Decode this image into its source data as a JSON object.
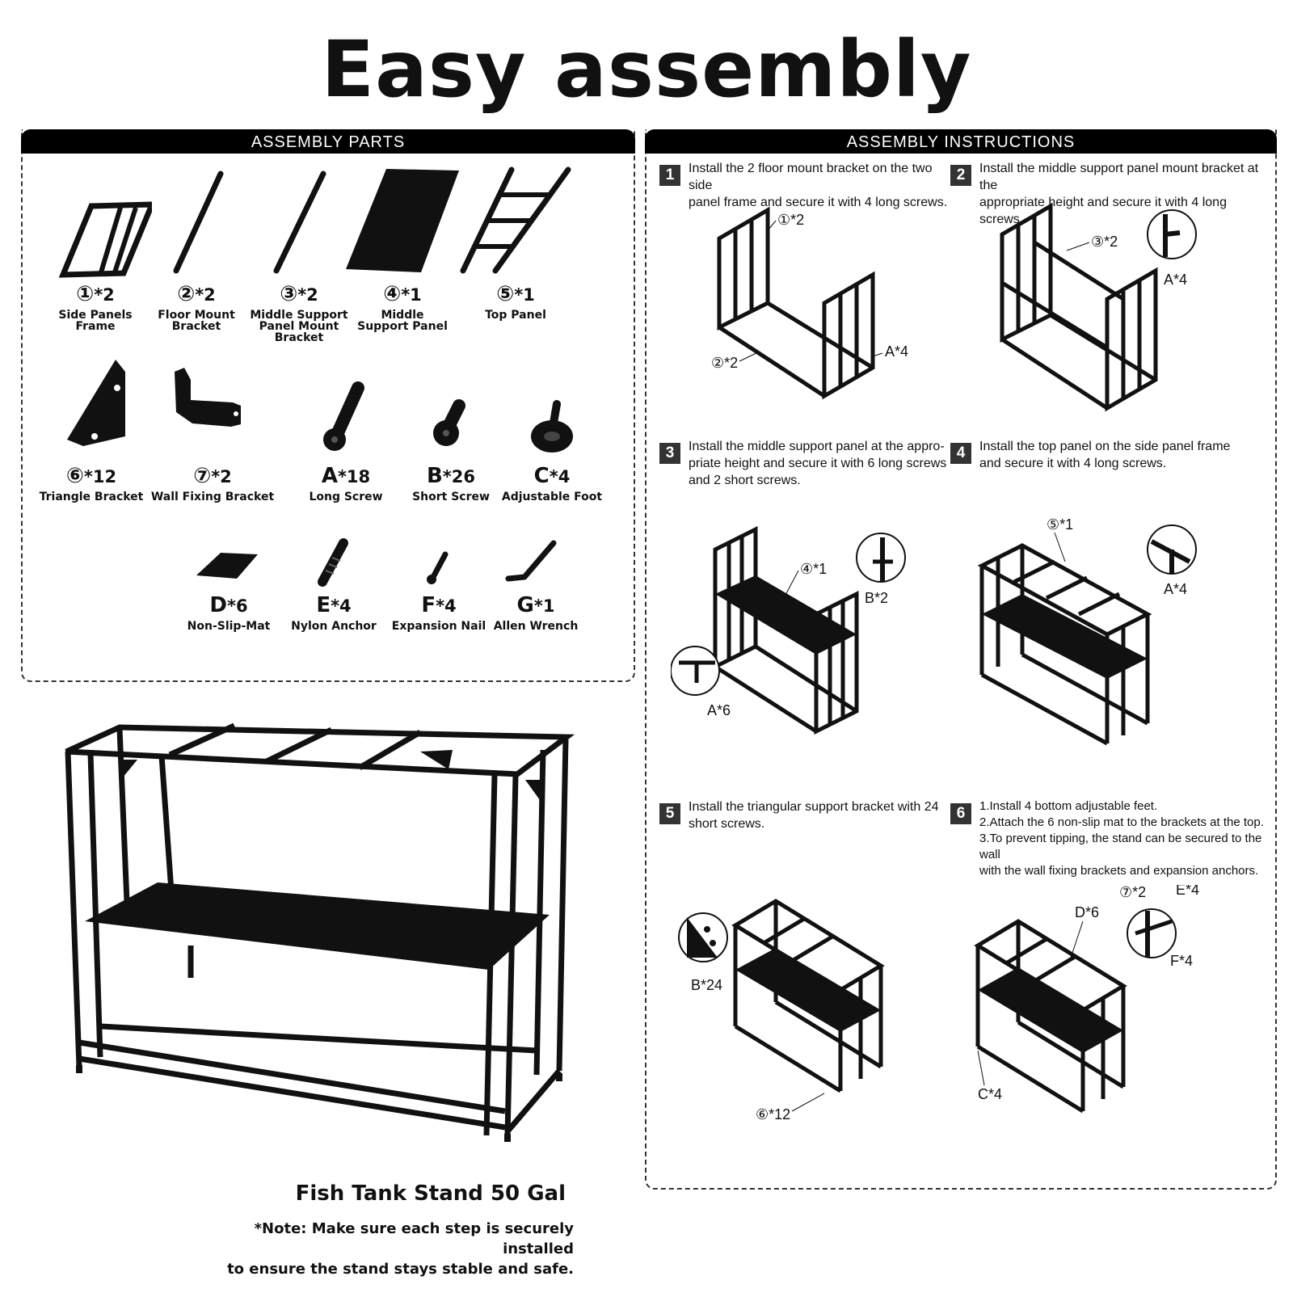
{
  "title": "Easy assembly",
  "parts_panel": {
    "header": "ASSEMBLY PARTS",
    "parts": [
      {
        "code": "①",
        "qty": "*2",
        "name": "Side Panels\nFrame",
        "icon": "side-panel-frame-icon"
      },
      {
        "code": "②",
        "qty": "*2",
        "name": "Floor Mount\nBracket",
        "icon": "floor-mount-bracket-icon"
      },
      {
        "code": "③",
        "qty": "*2",
        "name": "Middle Support\nPanel Mount\nBracket",
        "icon": "middle-support-bracket-icon"
      },
      {
        "code": "④",
        "qty": "*1",
        "name": "Middle\nSupport Panel",
        "icon": "middle-support-panel-icon"
      },
      {
        "code": "⑤",
        "qty": "*1",
        "name": "Top Panel",
        "icon": "top-panel-icon"
      },
      {
        "code": "⑥",
        "qty": "*12",
        "name": "Triangle Bracket",
        "icon": "triangle-bracket-icon"
      },
      {
        "code": "⑦",
        "qty": "*2",
        "name": "Wall Fixing Bracket",
        "icon": "wall-fixing-bracket-icon"
      },
      {
        "code": "A",
        "qty": "*18",
        "name": "Long Screw",
        "icon": "long-screw-icon"
      },
      {
        "code": "B",
        "qty": "*26",
        "name": "Short Screw",
        "icon": "short-screw-icon"
      },
      {
        "code": "C",
        "qty": "*4",
        "name": "Adjustable Foot",
        "icon": "adjustable-foot-icon"
      },
      {
        "code": "D",
        "qty": "*6",
        "name": "Non-Slip-Mat",
        "icon": "non-slip-mat-icon"
      },
      {
        "code": "E",
        "qty": "*4",
        "name": "Nylon Anchor",
        "icon": "nylon-anchor-icon"
      },
      {
        "code": "F",
        "qty": "*4",
        "name": "Expansion Nail",
        "icon": "expansion-nail-icon"
      },
      {
        "code": "G",
        "qty": "*1",
        "name": "Allen Wrench",
        "icon": "allen-wrench-icon"
      }
    ]
  },
  "instructions_panel": {
    "header": "ASSEMBLY INSTRUCTIONS",
    "steps": [
      {
        "number": "1",
        "text": "Install the 2 floor mount bracket on the two side\npanel frame and secure it with 4 long screws.",
        "labels": [
          "①*2",
          "②*2",
          "A*4"
        ]
      },
      {
        "number": "2",
        "text": "Install the middle support panel mount bracket at the\nappropriate height and secure it with 4 long screws.",
        "labels": [
          "③*2",
          "A*4"
        ]
      },
      {
        "number": "3",
        "text": "Install the middle support panel at the appro-\npriate height and secure it with 6 long screws\nand 2 short screws.",
        "labels": [
          "④*1",
          "B*2",
          "A*6"
        ]
      },
      {
        "number": "4",
        "text": "Install the top panel on the side panel frame\nand secure it with 4 long screws.",
        "labels": [
          "⑤*1",
          "A*4"
        ]
      },
      {
        "number": "5",
        "text": "Install the triangular support bracket with 24\nshort screws.",
        "labels": [
          "B*24",
          "⑥*12"
        ]
      },
      {
        "number": "6",
        "text": "1.Install 4 bottom adjustable feet.\n2.Attach the 6 non-slip mat to the brackets at the top.\n3.To prevent tipping, the stand can be secured to the wall\nwith the wall fixing brackets and expansion anchors.",
        "labels": [
          "D*6",
          "⑦*2",
          "E*4",
          "F*4",
          "C*4"
        ]
      }
    ]
  },
  "product": {
    "name": "Fish Tank Stand 50 Gal",
    "note": "*Note: Make sure each step is securely installed\nto ensure the stand stays stable and safe."
  }
}
